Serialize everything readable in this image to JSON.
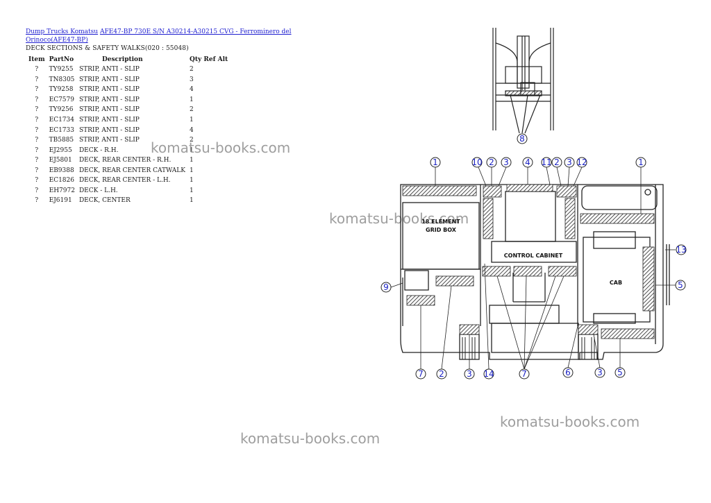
{
  "breadcrumb": {
    "link1": "Dump Trucks Komatsu",
    "link2": "AFE47-BP 730E S/N A30214-A30215 CVG - Ferrominero del Orinoco(AFE47-BP)"
  },
  "section_title": "DECK SECTIONS & SAFETY WALKS(020 : 55048)",
  "table": {
    "headers": [
      "Item",
      "PartNo",
      "Description",
      "Qty",
      "Ref",
      "Alt"
    ],
    "rows": [
      {
        "item": "?",
        "part": "TY9255",
        "desc": "STRIP, ANTI - SLIP",
        "qty": "2"
      },
      {
        "item": "?",
        "part": "TN8305",
        "desc": "STRIP, ANTI - SLIP",
        "qty": "3"
      },
      {
        "item": "?",
        "part": "TY9258",
        "desc": "STRIP, ANTI - SLIP",
        "qty": "4"
      },
      {
        "item": "?",
        "part": "EC7579",
        "desc": "STRIP, ANTI - SLIP",
        "qty": "1"
      },
      {
        "item": "?",
        "part": "TY9256",
        "desc": "STRIP, ANTI - SLIP",
        "qty": "2"
      },
      {
        "item": "?",
        "part": "EC1734",
        "desc": "STRIP, ANTI - SLIP",
        "qty": "1"
      },
      {
        "item": "?",
        "part": "EC1733",
        "desc": "STRIP, ANTI - SLIP",
        "qty": "4"
      },
      {
        "item": "?",
        "part": "TB5885",
        "desc": "STRIP, ANTI - SLIP",
        "qty": "2"
      },
      {
        "item": "?",
        "part": "EJ2955",
        "desc": "DECK - R.H.",
        "qty": "1"
      },
      {
        "item": "?",
        "part": "EJ5801",
        "desc": "DECK, REAR CENTER - R.H.",
        "qty": "1"
      },
      {
        "item": "?",
        "part": "EB9388",
        "desc": "DECK, REAR CENTER CATWALK",
        "qty": "1"
      },
      {
        "item": "?",
        "part": "EC1826",
        "desc": "DECK, REAR CENTER - L.H.",
        "qty": "1"
      },
      {
        "item": "?",
        "part": "EH7972",
        "desc": "DECK - L.H.",
        "qty": "1"
      },
      {
        "item": "?",
        "part": "EJ6191",
        "desc": "DECK, CENTER",
        "qty": "1"
      }
    ]
  },
  "watermark": "komatsu-books.com",
  "diagram": {
    "labels": {
      "grid_box_line1": "18 ELEMENT",
      "grid_box_line2": "GRID BOX",
      "control_cabinet": "CONTROL CABINET",
      "cab": "CAB"
    },
    "callouts": [
      "8",
      "1",
      "10",
      "2",
      "3",
      "4",
      "11",
      "2",
      "3",
      "12",
      "1",
      "13",
      "5",
      "9",
      "7",
      "2",
      "3",
      "14",
      "7",
      "6",
      "3",
      "5"
    ]
  },
  "colors": {
    "link": "#1f1fd0",
    "callout": "#1b22c4",
    "watermark": "#8e8e8e"
  }
}
